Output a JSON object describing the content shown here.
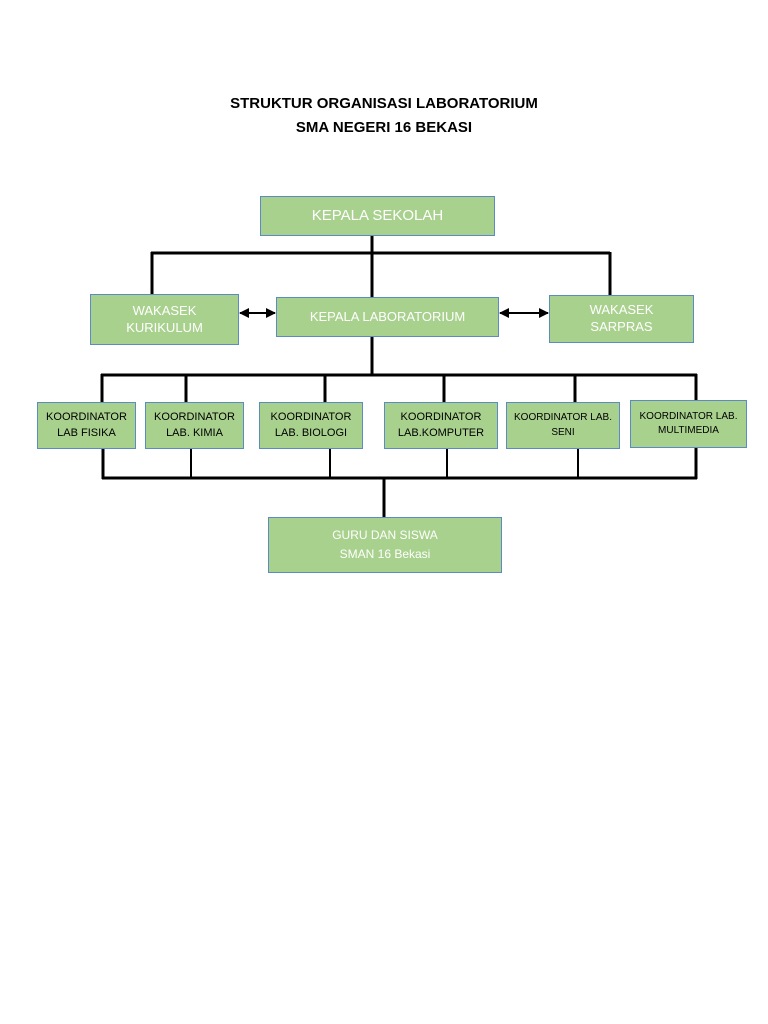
{
  "title": {
    "line1": "STRUKTUR ORGANISASI LABORATORIUM",
    "line2": "SMA NEGERI 16 BEKASI"
  },
  "nodes": {
    "kepala_sekolah": {
      "lines": [
        "KEPALA SEKOLAH"
      ]
    },
    "wakasek_kurikulum": {
      "lines": [
        "WAKASEK",
        "KURIKULUM"
      ]
    },
    "kepala_laboratorium": {
      "lines": [
        "KEPALA LABORATORIUM"
      ]
    },
    "wakasek_sarpras": {
      "lines": [
        "WAKASEK",
        "SARPRAS"
      ]
    },
    "koord_fisika": {
      "lines": [
        "KOORDINATOR",
        "LAB FISIKA"
      ]
    },
    "koord_kimia": {
      "lines": [
        "KOORDINATOR",
        "LAB. KIMIA"
      ]
    },
    "koord_biologi": {
      "lines": [
        "KOORDINATOR",
        "LAB. BIOLOGI"
      ]
    },
    "koord_komputer": {
      "lines": [
        "KOORDINATOR",
        "LAB.KOMPUTER"
      ]
    },
    "koord_seni": {
      "lines": [
        "KOORDINATOR LAB.",
        "SENI"
      ]
    },
    "koord_multimedia": {
      "lines": [
        "KOORDINATOR LAB.",
        "MULTIMEDIA"
      ]
    },
    "guru_siswa": {
      "lines": [
        "GURU DAN SISWA",
        "SMAN 16 Bekasi"
      ]
    }
  },
  "colors": {
    "box_fill": "#a9d18e",
    "box_border": "#5b8bc4",
    "connector": "#000000"
  }
}
